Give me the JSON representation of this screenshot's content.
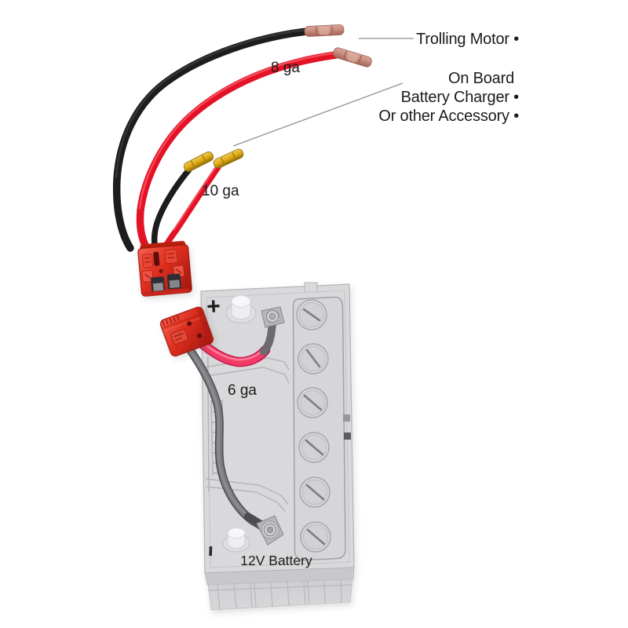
{
  "annotations": {
    "trolling_motor": "Trolling Motor •",
    "accessory_line1": "On Board",
    "accessory_line2": "Battery Charger •",
    "accessory_line3": "Or other Accessory •",
    "wire_gauge_top": "8 ga",
    "wire_gauge_middle": "10 ga",
    "wire_gauge_battery": "6 ga",
    "battery_label": "12V Battery",
    "positive_symbol": "+"
  },
  "colors": {
    "wire_black": "#1d1d1f",
    "wire_red": "#e31226",
    "wire_pink_6ga": "#f23a66",
    "wire_gray_6ga": "#7b7b80",
    "connector_red": "#d7291c",
    "crimp_yellow": "#dca50f",
    "crimp_copper": "#c4897a",
    "battery_gray": "#d9d9db",
    "positive_mark_red": "#d8413b",
    "leader_line": "#909090",
    "label_text": "#1b1b1b"
  }
}
